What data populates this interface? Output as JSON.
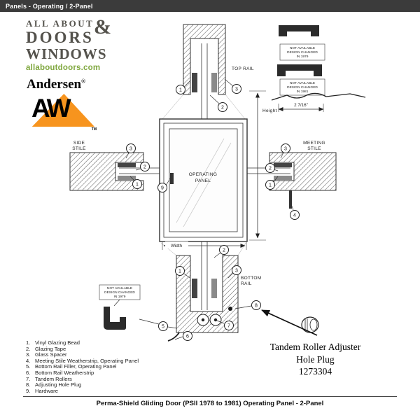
{
  "header": {
    "title": "Panels - Operating / 2-Panel"
  },
  "logo": {
    "line1": "ALL ABOUT",
    "amp": "&",
    "line2": "DOORS",
    "line3": "WINDOWS",
    "website": "allaboutdoors.com"
  },
  "andersen": {
    "name": "Andersen",
    "reg": "®",
    "monogram": "AW",
    "tm": "TM"
  },
  "diagram": {
    "operating_panel": [
      "OPERATING",
      "PANEL"
    ],
    "top_rail": "TOP RAIL",
    "side_stile": [
      "SIDE",
      "STILE"
    ],
    "meeting_stile": [
      "MEETING",
      "STILE"
    ],
    "bottom_rail": [
      "BOTTOM",
      "RAIL"
    ],
    "height_label": "Height",
    "width_label": "Width",
    "dim_2716": "2 7/16\"",
    "note_1979": [
      "NOT AVAILABLE",
      "DESIGN CHANGED",
      "IN 1979"
    ],
    "note_1981": [
      "NOT AVAILABLE",
      "DESIGN CHANGED",
      "IN 1981"
    ],
    "note_1979b": [
      "NOT AVAILABLE",
      "DESIGN CHANGED",
      "IN 1979"
    ],
    "callouts": [
      "1",
      "2",
      "3",
      "4",
      "5",
      "6",
      "7",
      "8",
      "9"
    ]
  },
  "parts_list": [
    {
      "num": "1.",
      "label": "Vinyl Glazing Bead"
    },
    {
      "num": "2.",
      "label": "Glazing Tape"
    },
    {
      "num": "3.",
      "label": "Glass Spacer"
    },
    {
      "num": "4.",
      "label": "Meeting Stile Weatherstrip, Operating Panel"
    },
    {
      "num": "5.",
      "label": "Bottom Rail Filler, Operating Panel"
    },
    {
      "num": "6.",
      "label": "Bottom Rail Weatherstrip"
    },
    {
      "num": "7.",
      "label": "Tandem Rollers"
    },
    {
      "num": "8.",
      "label": "Adjusting Hole Plug"
    },
    {
      "num": "9.",
      "label": "Hardware"
    }
  ],
  "product_callout": {
    "line1": "Tandem Roller Adjuster",
    "line2": "Hole Plug",
    "part_number": "1273304"
  },
  "footer": {
    "caption": "Perma-Shield Gliding Door (PSII 1978 to 1981) Operating Panel - 2-Panel"
  }
}
